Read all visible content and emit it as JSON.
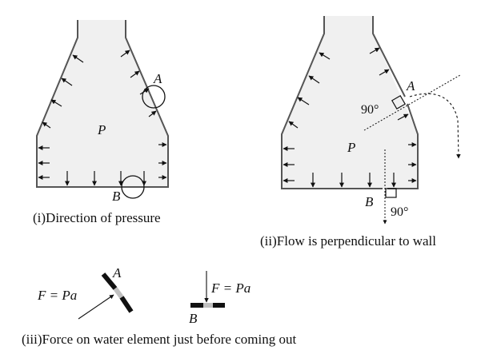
{
  "diagram": {
    "panel1": {
      "caption": "(i)Direction of pressure",
      "label_pressure": "P",
      "label_A": "A",
      "label_B": "B"
    },
    "panel2": {
      "caption": "(ii)Flow is perpendicular to wall",
      "label_pressure": "P",
      "label_A": "A",
      "label_B": "B",
      "angle_A": "90°",
      "angle_B": "90°"
    },
    "panel3": {
      "caption": "(iii)Force on water element just before coming out",
      "label_A": "A",
      "label_B": "B",
      "force_A": "F = Pa",
      "force_B": "F = Pa"
    },
    "colors": {
      "fluid": "#f0f0f0",
      "wall": "#555555",
      "element": "#c0c0c0",
      "ink": "#111111"
    }
  }
}
